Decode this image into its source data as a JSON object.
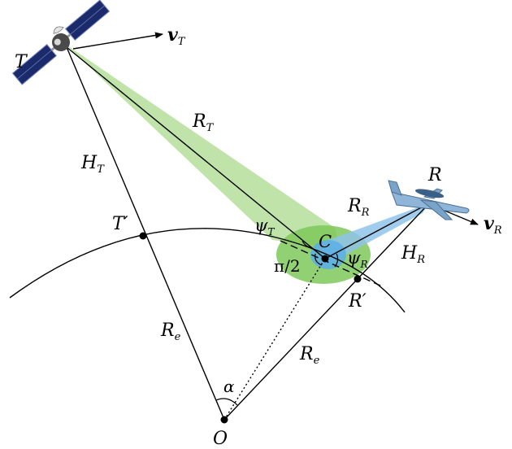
{
  "labels": {
    "T": "T",
    "vT": "v",
    "vT_sub": "T",
    "RT": "R",
    "RT_sub": "T",
    "HT": "H",
    "HT_sub": "T",
    "Tprime": "T′",
    "psiT": "ψ",
    "psiT_sub": "T",
    "C": "C",
    "halfpi": "π/2",
    "psiR": "ψ",
    "psiR_sub": "R",
    "RR": "R",
    "RR_sub": "R",
    "R": "R",
    "vR": "v",
    "vR_sub": "R",
    "HR": "H",
    "HR_sub": "R",
    "Rprime": "R′",
    "Re_left": "R",
    "Re_left_sub": "e",
    "Re_right": "R",
    "Re_right_sub": "e",
    "alpha": "α",
    "O": "O"
  },
  "colors": {
    "transmit_beam": "#a9d98c",
    "receive_beam": "#8fc3ea",
    "footprint_green": "#7ec85a",
    "footprint_blue": "#5aaee6",
    "satellite_panel": "#1b2a6b",
    "aircraft_body": "#8fb6d8"
  },
  "icons": {
    "transmitter": "satellite-icon",
    "receiver": "aircraft-icon"
  }
}
